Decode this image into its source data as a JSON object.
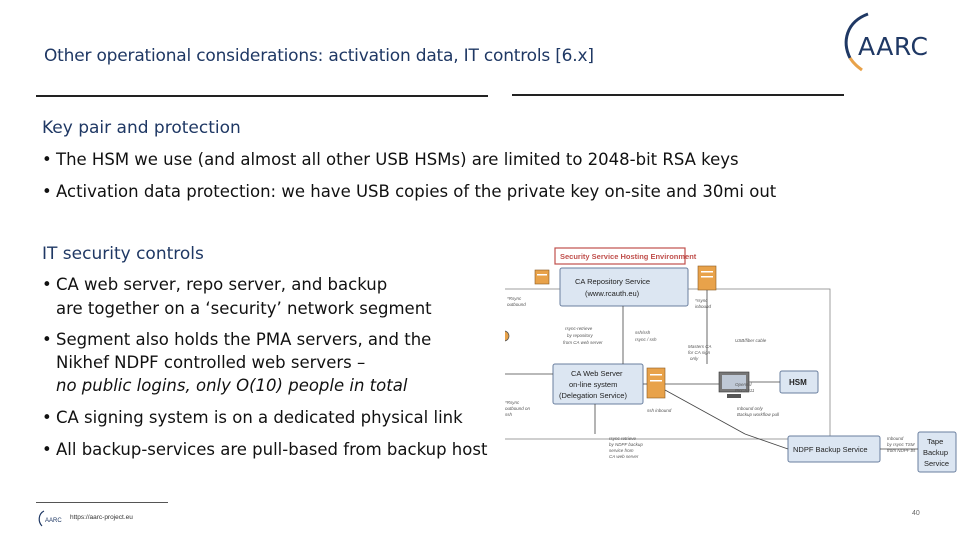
{
  "header": {
    "title": "Other operational considerations: activation data, IT controls [6.x]",
    "logo_text": "AARC"
  },
  "section1": {
    "heading": "Key pair and protection",
    "bullets": [
      "The HSM we use (and almost all other USB HSMs) are limited to 2048-bit RSA keys",
      "Activation data protection: we have USB copies of the private key on-site and 30mi out"
    ]
  },
  "section2": {
    "heading": "IT security controls",
    "bullets": [
      {
        "lines": [
          "CA web server, repo server, and backup",
          "are together on a ‘security’ network segment"
        ]
      },
      {
        "lines": [
          "Segment also holds the PMA servers, and the",
          "Nikhef NDPF controlled web servers –"
        ],
        "italic_line": "no public logins, only O(10) people in total"
      },
      {
        "lines": [
          "CA signing system is on a dedicated physical link"
        ]
      },
      {
        "lines": [
          "All backup-services are pull-based from backup host"
        ]
      }
    ]
  },
  "diagram": {
    "environment_label": "Security Service Hosting Environment",
    "repo_service": [
      "CA Repository Service",
      "(www.rcauth.eu)"
    ],
    "web_server": [
      "CA Web Server",
      "on-line system",
      "(Delegation Service)"
    ],
    "hsm": "HSM",
    "backup_service": "NDPF Backup Service",
    "tape_backup": [
      "Tape",
      "Backup",
      "Service"
    ],
    "notes": [
      "*Rsync",
      "outbound",
      "*rsync",
      "inbound",
      "rsync-retrieve",
      "by repository",
      "from CA web server",
      "ssh/ssh",
      "rsync / ssh",
      "Masters CA",
      "for CA sign",
      "only",
      "USB/fiber cable",
      "Openssl",
      "PKCS#11",
      "ssh inbound",
      "*Rsync",
      "outbound on",
      "ssh",
      "Inbound only",
      "Backup workflow pull",
      "rsync retrieve",
      "by NDPF backup",
      "service from",
      "CA web server",
      "Inbound",
      "by rsync TSM",
      "from NDPF bs"
    ],
    "colors": {
      "env_border": "#c0504d",
      "box_fill": "#dce6f2",
      "box_border": "#6a7f9f",
      "server_orange": "#e8a24a",
      "arrow": "#444444"
    }
  },
  "footer": {
    "url": "https://aarc-project.eu",
    "page": "40"
  }
}
